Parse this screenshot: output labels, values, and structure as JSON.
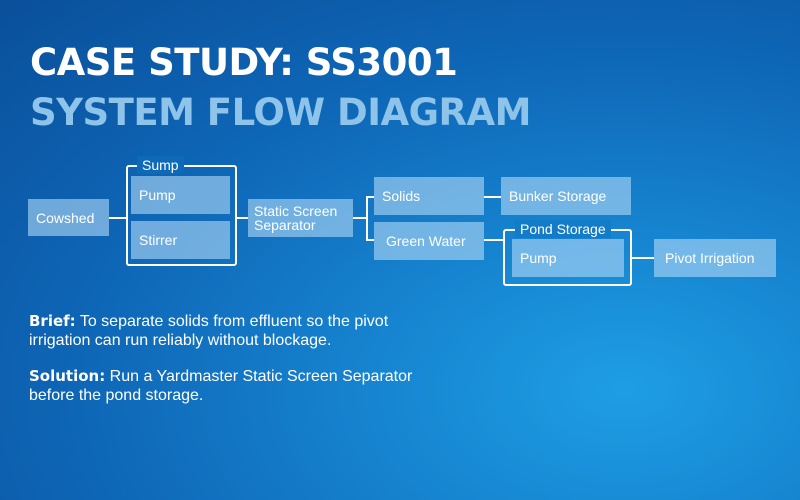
{
  "title": {
    "line1": "CASE STUDY: SS3001",
    "line2": "SYSTEM FLOW DIAGRAM"
  },
  "diagram": {
    "cowshed": "Cowshed",
    "sump": {
      "label": "Sump",
      "pump": "Pump",
      "stirrer": "Stirrer"
    },
    "separator": {
      "line1": "Static Screen",
      "line2": "Separator"
    },
    "solids": "Solids",
    "green_water": "Green Water",
    "bunker_storage": "Bunker Storage",
    "pond_storage": {
      "label": "Pond Storage",
      "pump": "Pump"
    },
    "pivot_irrigation": "Pivot Irrigation"
  },
  "brief": {
    "lead": "Brief:",
    "text": " To separate solids from effluent so the pivot irrigation can run reliably without blockage."
  },
  "solution": {
    "lead": "Solution:",
    "text": " Run a Yardmaster Static Screen Separator before the pond storage."
  }
}
